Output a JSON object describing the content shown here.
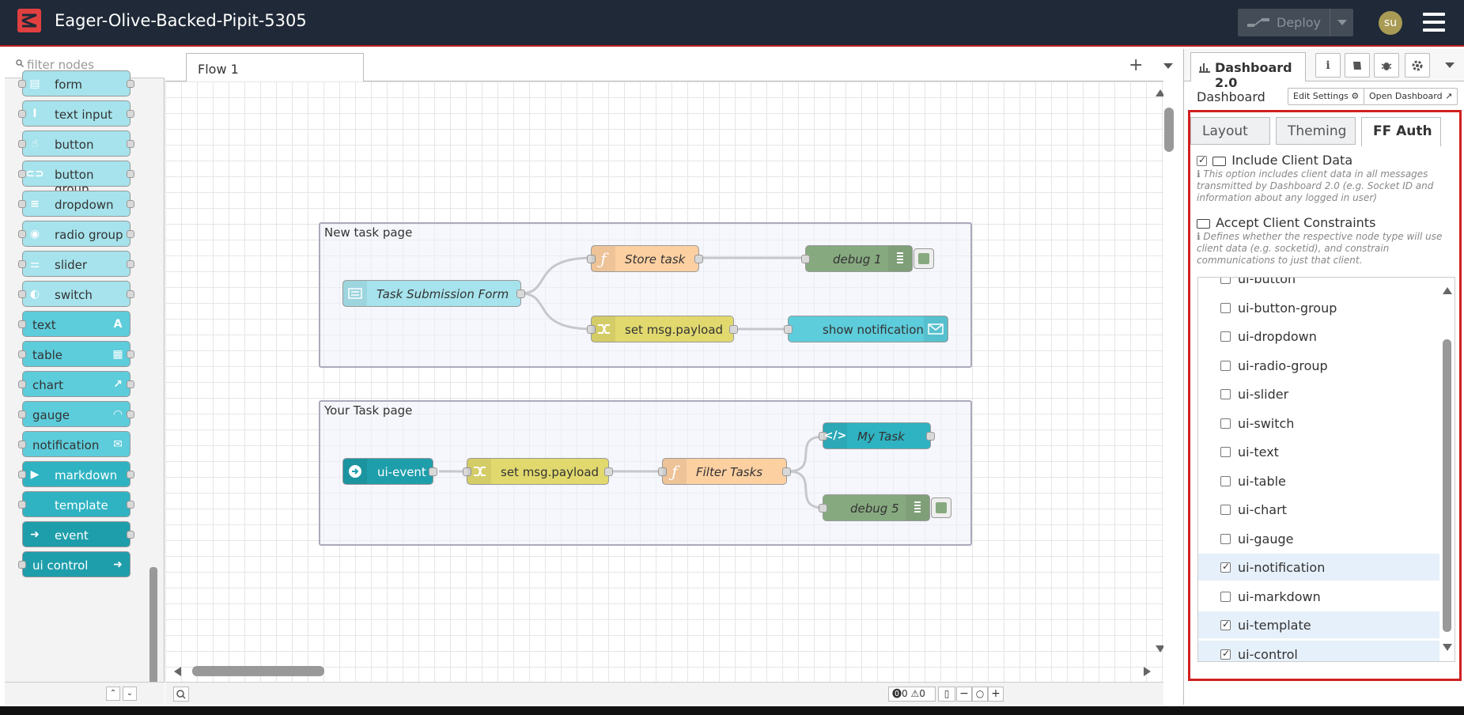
{
  "header": {
    "title": "Eager-Olive-Backed-Pipit-5305",
    "deploy_label": "Deploy",
    "avatar_initials": "su",
    "brand_color": "#e04040"
  },
  "palette": {
    "search_placeholder": "filter nodes",
    "nodes": [
      {
        "label": "form",
        "icon": "form-icon",
        "color": "#a6e3ec"
      },
      {
        "label": "text input",
        "icon": "text-cursor-icon",
        "color": "#a6e3ec"
      },
      {
        "label": "button",
        "icon": "hand-pointer-icon",
        "color": "#a6e3ec"
      },
      {
        "label": "button group",
        "icon": "toggle-icon",
        "color": "#a6e3ec"
      },
      {
        "label": "dropdown",
        "icon": "list-icon",
        "color": "#a6e3ec"
      },
      {
        "label": "radio group",
        "icon": "radio-icon",
        "color": "#a6e3ec"
      },
      {
        "label": "slider",
        "icon": "sliders-icon",
        "color": "#a6e3ec"
      },
      {
        "label": "switch",
        "icon": "switch-icon",
        "color": "#a6e3ec"
      },
      {
        "label": "text",
        "icon": "font-icon",
        "color": "#5dccdb"
      },
      {
        "label": "table",
        "icon": "table-icon",
        "color": "#5dccdb"
      },
      {
        "label": "chart",
        "icon": "chart-icon",
        "color": "#5dccdb"
      },
      {
        "label": "gauge",
        "icon": "gauge-icon",
        "color": "#5dccdb"
      },
      {
        "label": "notification",
        "icon": "envelope-icon",
        "color": "#5dccdb"
      },
      {
        "label": "markdown",
        "icon": "markdown-icon",
        "color": "#2fb3c2"
      },
      {
        "label": "template",
        "icon": "code-icon",
        "color": "#2fb3c2"
      },
      {
        "label": "event",
        "icon": "arrow-circle-icon",
        "color": "#1e9eab"
      },
      {
        "label": "ui control",
        "icon": "arrow-circle-icon",
        "color": "#1e9eab"
      }
    ]
  },
  "workspace": {
    "tab_label": "Flow 1",
    "groups": [
      {
        "label": "New task page"
      },
      {
        "label": "Your Task page"
      }
    ],
    "nodes": {
      "task_form": "Task Submission Form",
      "store_task": "Store task",
      "debug1": "debug 1",
      "set_payload1": "set msg.payload",
      "show_notification": "show notification",
      "ui_event": "ui-event",
      "set_payload2": "set msg.payload",
      "filter_tasks": "Filter Tasks",
      "my_task": "My Task",
      "debug5": "debug 5"
    },
    "footer": {
      "errors": "0",
      "warnings": "0"
    }
  },
  "sidebar": {
    "tab_label": "Dashboard 2.0",
    "heading": "Dashboard",
    "edit_settings": "Edit Settings",
    "open_dashboard": "Open Dashboard",
    "inner_tabs": [
      "Layout",
      "Theming",
      "FF Auth"
    ],
    "include_client_data": {
      "label": "Include Client Data",
      "checked": true,
      "help": "This option includes client data in all messages transmitted by Dashboard 2.0 (e.g. Socket ID and information about any logged in user)"
    },
    "accept_constraints": {
      "label": "Accept Client Constraints",
      "help": "Defines whether the respective node type will use client data (e.g. socketid), and constrain communications to just that client."
    },
    "constraints": [
      {
        "label": "ui-button",
        "checked": false
      },
      {
        "label": "ui-button-group",
        "checked": false
      },
      {
        "label": "ui-dropdown",
        "checked": false
      },
      {
        "label": "ui-radio-group",
        "checked": false
      },
      {
        "label": "ui-slider",
        "checked": false
      },
      {
        "label": "ui-switch",
        "checked": false
      },
      {
        "label": "ui-text",
        "checked": false
      },
      {
        "label": "ui-table",
        "checked": false
      },
      {
        "label": "ui-chart",
        "checked": false
      },
      {
        "label": "ui-gauge",
        "checked": false
      },
      {
        "label": "ui-notification",
        "checked": true
      },
      {
        "label": "ui-markdown",
        "checked": false
      },
      {
        "label": "ui-template",
        "checked": true
      },
      {
        "label": "ui-control",
        "checked": true
      }
    ]
  }
}
